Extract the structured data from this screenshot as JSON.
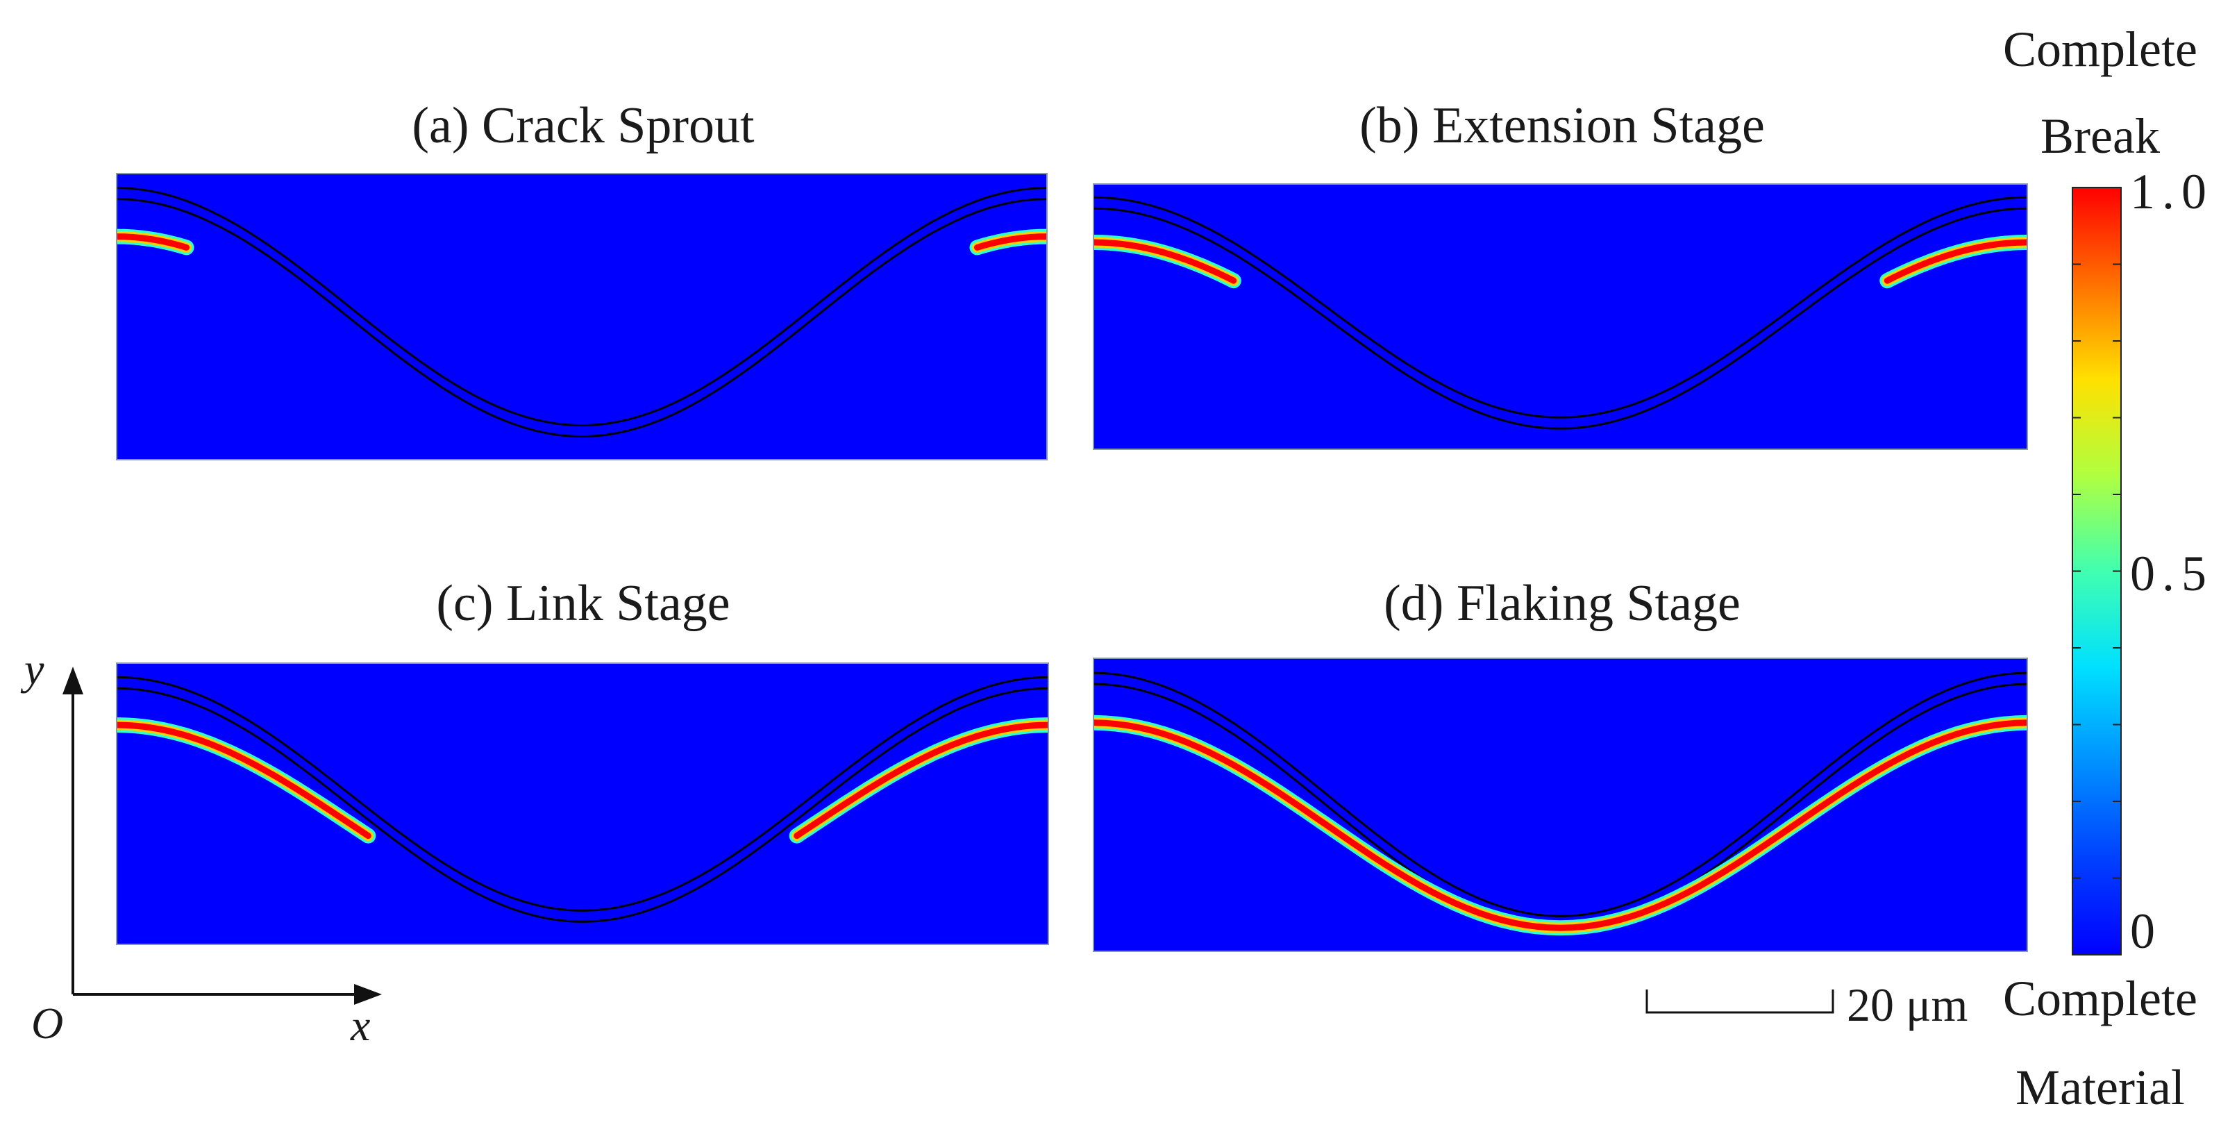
{
  "panels": [
    {
      "title": "(a) Crack Sprout",
      "crack_extent": 0.075,
      "full": false
    },
    {
      "title": "(b) Extension Stage",
      "crack_extent": 0.15,
      "full": false
    },
    {
      "title": "(c) Link Stage",
      "crack_extent": 0.27,
      "full": false
    },
    {
      "title": "(d) Flaking Stage",
      "crack_extent": 0.5,
      "full": true
    }
  ],
  "colorbar": {
    "top_label": [
      "Complete",
      "Break"
    ],
    "bottom_label": [
      "Complete",
      "Material"
    ],
    "ticks": [
      "1.0",
      "0.5",
      "0"
    ],
    "min": 0,
    "max": 1
  },
  "axes": {
    "origin": "O",
    "x": "x",
    "y": "y"
  },
  "scale_bar": {
    "label": "20 μm"
  },
  "colors": {
    "background_field": "#0000ff",
    "crack": "#ff0000",
    "interface": "#000000"
  }
}
